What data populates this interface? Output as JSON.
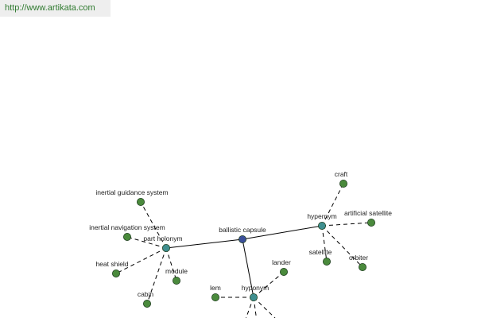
{
  "header": {
    "url": "http://www.artikata.com"
  },
  "colors": {
    "center": "#3b4f9a",
    "relation": "#3f8f8f",
    "leaf": "#4a8a3c",
    "node_stroke": "#1f3f1f"
  },
  "graph": {
    "nodes": [
      {
        "id": "center",
        "label": "ballistic capsule",
        "kind": "center"
      },
      {
        "id": "part_holonym",
        "label": "part holonym",
        "kind": "relation"
      },
      {
        "id": "hypernym",
        "label": "hypernym",
        "kind": "relation"
      },
      {
        "id": "hyponym",
        "label": "hyponym",
        "kind": "relation"
      },
      {
        "id": "ig",
        "label": "inertial guidance system",
        "kind": "leaf"
      },
      {
        "id": "in",
        "label": "inertial navigation system",
        "kind": "leaf"
      },
      {
        "id": "hs",
        "label": "heat shield",
        "kind": "leaf"
      },
      {
        "id": "module",
        "label": "module",
        "kind": "leaf"
      },
      {
        "id": "cabin",
        "label": "cabin",
        "kind": "leaf"
      },
      {
        "id": "craft",
        "label": "craft",
        "kind": "leaf"
      },
      {
        "id": "as",
        "label": "artificial satellite",
        "kind": "leaf"
      },
      {
        "id": "satellite",
        "label": "satellite",
        "kind": "leaf"
      },
      {
        "id": "orbiter",
        "label": "orbiter",
        "kind": "leaf"
      },
      {
        "id": "lander",
        "label": "lander",
        "kind": "leaf"
      },
      {
        "id": "lem",
        "label": "lem",
        "kind": "leaf"
      }
    ],
    "edges": [
      {
        "from": "center",
        "to": "part_holonym",
        "style": "solid"
      },
      {
        "from": "center",
        "to": "hypernym",
        "style": "solid"
      },
      {
        "from": "center",
        "to": "hyponym",
        "style": "solid"
      },
      {
        "from": "part_holonym",
        "to": "ig",
        "style": "dashed"
      },
      {
        "from": "part_holonym",
        "to": "in",
        "style": "dashed"
      },
      {
        "from": "part_holonym",
        "to": "hs",
        "style": "dashed"
      },
      {
        "from": "part_holonym",
        "to": "module",
        "style": "dashed"
      },
      {
        "from": "part_holonym",
        "to": "cabin",
        "style": "dashed"
      },
      {
        "from": "hypernym",
        "to": "craft",
        "style": "dashed"
      },
      {
        "from": "hypernym",
        "to": "as",
        "style": "dashed"
      },
      {
        "from": "hypernym",
        "to": "satellite",
        "style": "dashed"
      },
      {
        "from": "hypernym",
        "to": "orbiter",
        "style": "dashed"
      },
      {
        "from": "hyponym",
        "to": "lander",
        "style": "dashed"
      },
      {
        "from": "hyponym",
        "to": "lem",
        "style": "dashed"
      }
    ]
  }
}
